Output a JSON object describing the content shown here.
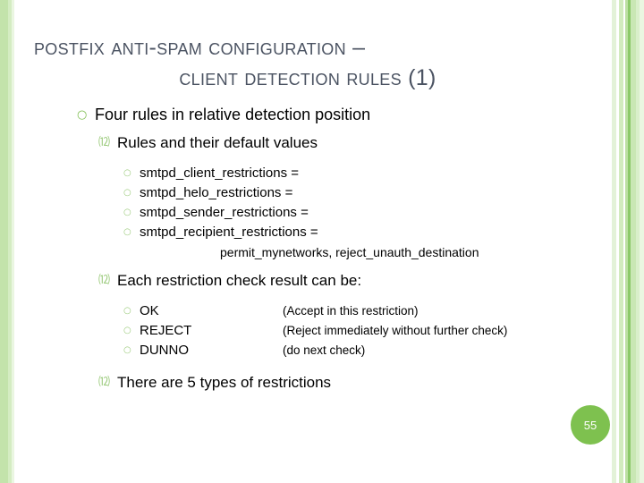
{
  "slide": {
    "title": {
      "line1": "Postfix Anti-Spam configuration –",
      "line2": "Client Detection Rules ",
      "line2_number": "(1)"
    },
    "page_number": "55",
    "accent_color": "#7ec14f",
    "title_color": "#4b5362",
    "bullet_color": "#8ac165",
    "bullets": {
      "level1_glyph": "○",
      "level2_glyph": "⑿",
      "level3_glyph": "○"
    },
    "body": {
      "item1": {
        "text": "Four rules in relative detection position",
        "sub": {
          "text": "Rules and their default values",
          "entries": [
            "smtpd_client_restrictions =",
            "smtpd_helo_restrictions =",
            "smtpd_sender_restrictions =",
            "smtpd_recipient_restrictions ="
          ],
          "continuation": "permit_mynetworks, reject_unauth_destination"
        }
      },
      "item2": {
        "text": "Each restriction check result can be:",
        "results": [
          {
            "key": "OK",
            "desc": "(Accept in this restriction)"
          },
          {
            "key": "REJECT",
            "desc": "(Reject immediately without further check)"
          },
          {
            "key": "DUNNO",
            "desc": "(do next check)"
          }
        ]
      },
      "item3": {
        "text": "There are 5 types of restrictions"
      }
    }
  }
}
